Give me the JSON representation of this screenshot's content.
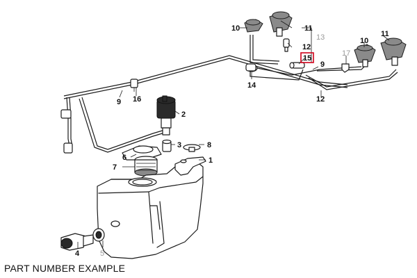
{
  "caption": "PART NUMBER EXAMPLE",
  "highlight_color": "#d0021b",
  "callouts": [
    "10",
    "11",
    "13",
    "12",
    "15",
    "9",
    "14",
    "10",
    "11",
    "17",
    "9",
    "16",
    "2",
    "12",
    "6",
    "3",
    "8",
    "7",
    "1",
    "4",
    "5"
  ]
}
